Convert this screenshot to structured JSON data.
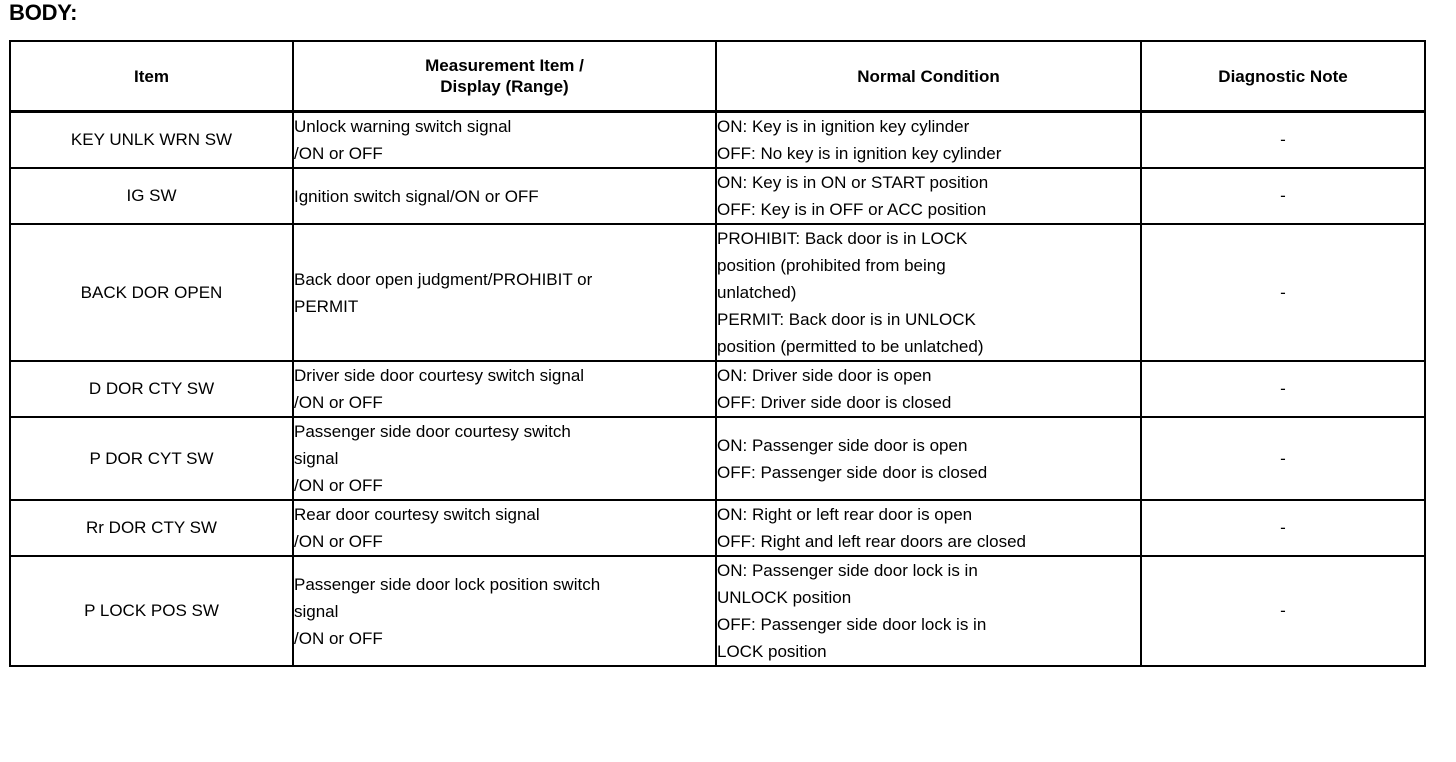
{
  "section": {
    "title": "BODY:"
  },
  "table": {
    "columns": [
      {
        "key": "item",
        "header": "Item"
      },
      {
        "key": "measurement",
        "header_line1": "Measurement Item /",
        "header_line2": "Display (Range)"
      },
      {
        "key": "condition",
        "header": "Normal Condition"
      },
      {
        "key": "note",
        "header": "Diagnostic Note"
      }
    ],
    "rows": [
      {
        "item": "KEY UNLK WRN SW",
        "measurement_lines": [
          "Unlock warning switch signal",
          "/ON or OFF"
        ],
        "condition_lines": [
          "ON: Key is in ignition key cylinder",
          "OFF: No key is in ignition key cylinder"
        ],
        "note": "-"
      },
      {
        "item": "IG SW",
        "measurement_lines": [
          "Ignition switch signal/ON or OFF"
        ],
        "condition_lines": [
          "ON: Key is in ON or START position",
          "OFF: Key is in OFF or ACC position"
        ],
        "note": "-"
      },
      {
        "item": "BACK DOR OPEN",
        "measurement_lines": [
          "Back door open judgment/PROHIBIT or",
          "PERMIT"
        ],
        "condition_lines": [
          "PROHIBIT: Back door is in LOCK",
          "position (prohibited from being",
          "unlatched)",
          "PERMIT: Back door is in UNLOCK",
          "position (permitted to be unlatched)"
        ],
        "note": "-"
      },
      {
        "item": "D DOR CTY SW",
        "measurement_lines": [
          "Driver side door courtesy switch signal",
          "/ON or OFF"
        ],
        "condition_lines": [
          "ON: Driver side door is open",
          "OFF: Driver side door is closed"
        ],
        "note": "-"
      },
      {
        "item": "P DOR CYT SW",
        "measurement_lines": [
          "Passenger side door courtesy switch",
          "signal",
          "/ON or OFF"
        ],
        "condition_lines": [
          "ON: Passenger side door is open",
          "OFF: Passenger side door is closed"
        ],
        "note": "-"
      },
      {
        "item": "Rr DOR CTY SW",
        "measurement_lines": [
          "Rear door courtesy switch signal",
          "/ON or OFF"
        ],
        "condition_lines": [
          "ON: Right or left rear door is open",
          "OFF: Right and left rear doors are closed"
        ],
        "note": "-"
      },
      {
        "item": "P LOCK POS SW",
        "measurement_lines": [
          "Passenger side door lock position switch",
          "signal",
          "/ON or OFF"
        ],
        "condition_lines": [
          "ON: Passenger side door lock is in",
          "UNLOCK position",
          "OFF: Passenger side door lock is in",
          "LOCK position"
        ],
        "note": "-"
      }
    ]
  },
  "colors": {
    "ink": "#000000",
    "paper": "#ffffff"
  }
}
